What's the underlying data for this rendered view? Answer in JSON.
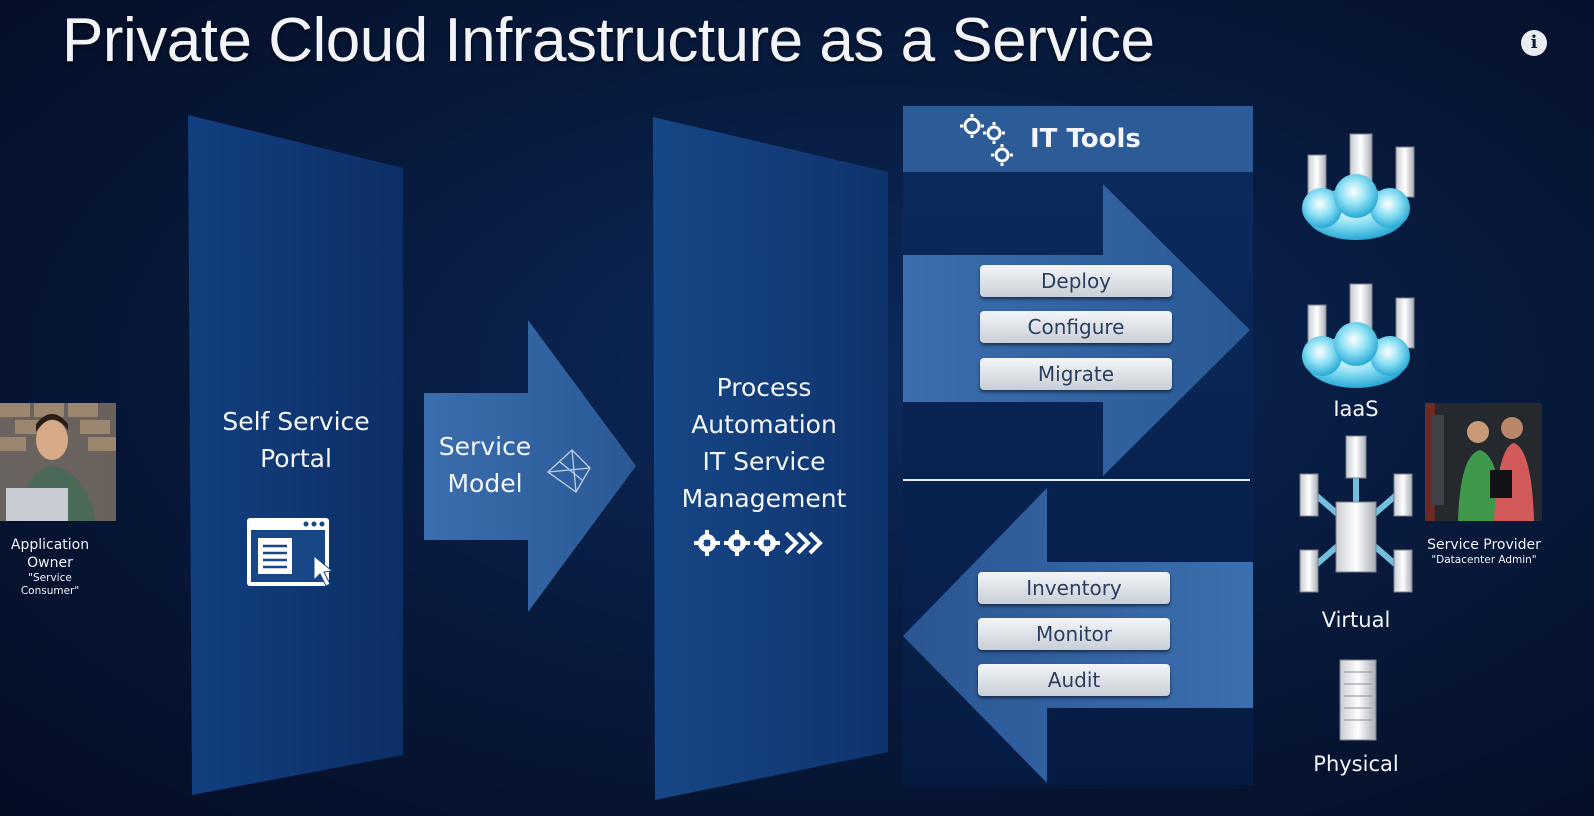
{
  "slide": {
    "title": "Private Cloud Infrastructure as a Service"
  },
  "left_person": {
    "caption_line1": "Application",
    "caption_line2": "Owner",
    "caption_role": "\"Service Consumer\""
  },
  "portal": {
    "label_line1": "Self Service",
    "label_line2": "Portal"
  },
  "service_model": {
    "label_line1": "Service",
    "label_line2": "Model"
  },
  "process": {
    "line1": "Process",
    "line2": "Automation",
    "line3": "IT Service",
    "line4": "Management"
  },
  "it_tools": {
    "label": "IT Tools",
    "outbound_actions": [
      "Deploy",
      "Configure",
      "Migrate"
    ],
    "inbound_actions": [
      "Inventory",
      "Monitor",
      "Audit"
    ]
  },
  "resources": {
    "iaas_label": "IaaS",
    "virtual_label": "Virtual",
    "physical_label": "Physical"
  },
  "right_person": {
    "caption_line1": "Service Provider",
    "caption_role": "\"Datacenter Admin\""
  },
  "colors": {
    "background": "#081b3f",
    "panel": "#0f3a78",
    "arrow": "#2f5e9c",
    "accent": "#4a87d0"
  }
}
